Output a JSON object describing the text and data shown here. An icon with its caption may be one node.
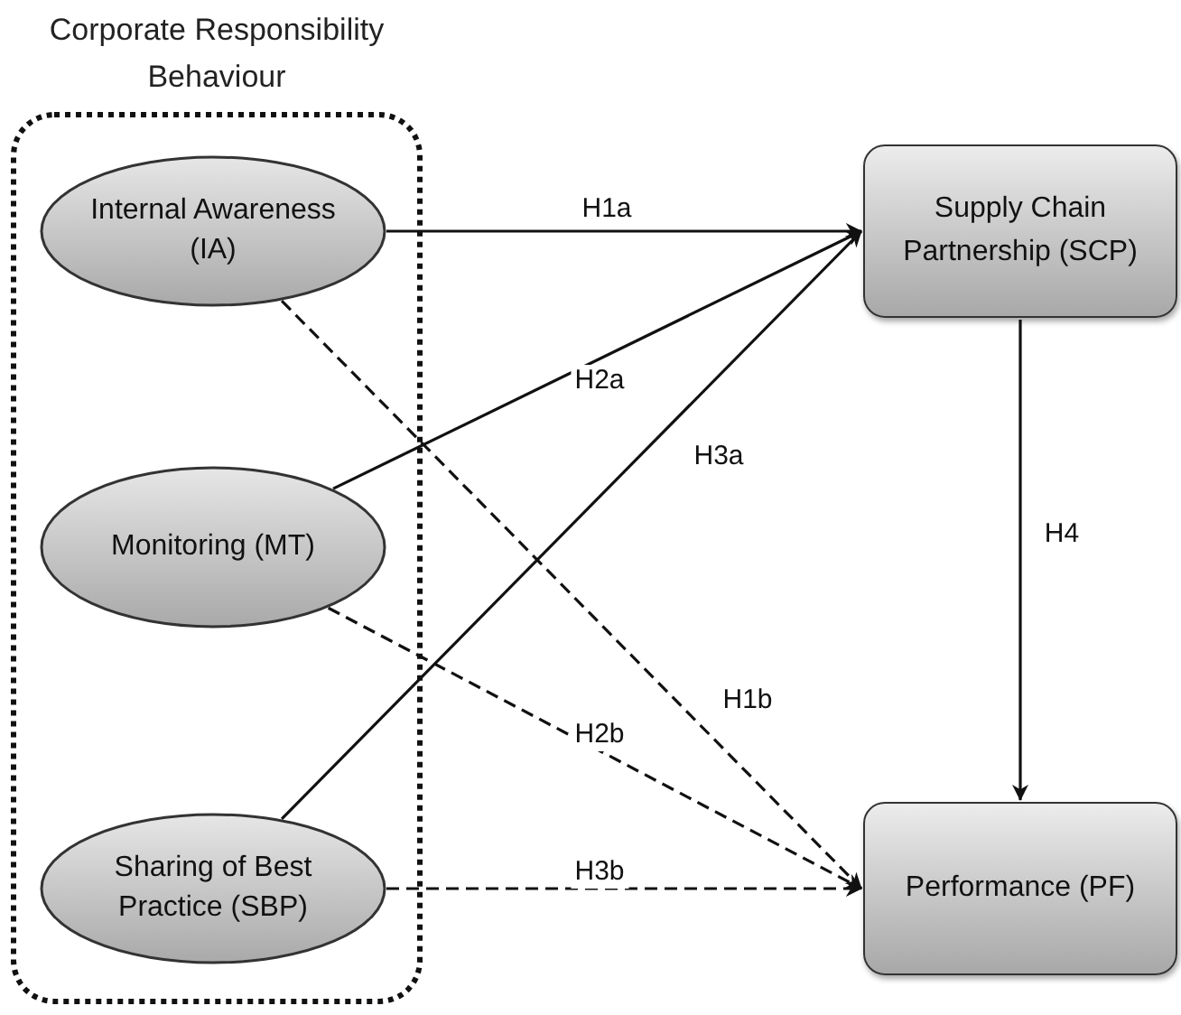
{
  "diagram": {
    "nodes": [
      {
        "text": [
          "Corporate Responsibility Behaviour"
        ]
      },
      {
        "text": [
          "Internal Awareness (IA)"
        ],
        "in": 0
      },
      {
        "text": [
          "Monitoring (MT)"
        ],
        "in": 0
      },
      {
        "text": [
          "Sharing of Best Practice (SBP)"
        ],
        "in": 0
      },
      {
        "text": [
          "Supply Chain Partnership (SCP)"
        ]
      },
      {
        "text": [
          "Performance (PF)"
        ]
      }
    ],
    "edges": [
      {
        "from": 1,
        "to": 4,
        "arrow": "to",
        "label": "H1a"
      },
      {
        "from": 2,
        "to": 4,
        "arrow": "to",
        "label": "H2a"
      },
      {
        "from": 3,
        "to": 4,
        "arrow": "to",
        "label": "H3a"
      },
      {
        "from": 4,
        "to": 5,
        "arrow": "to",
        "label": "H4"
      },
      {
        "from": 1,
        "to": 5,
        "arrow": "to",
        "label": "H1b",
        "style": "dashed"
      },
      {
        "from": 2,
        "to": 5,
        "arrow": "to",
        "label": "H2b",
        "style": "dashed"
      },
      {
        "from": 3,
        "to": 5,
        "arrow": "to",
        "label": "H3b",
        "style": "dashed"
      }
    ]
  }
}
